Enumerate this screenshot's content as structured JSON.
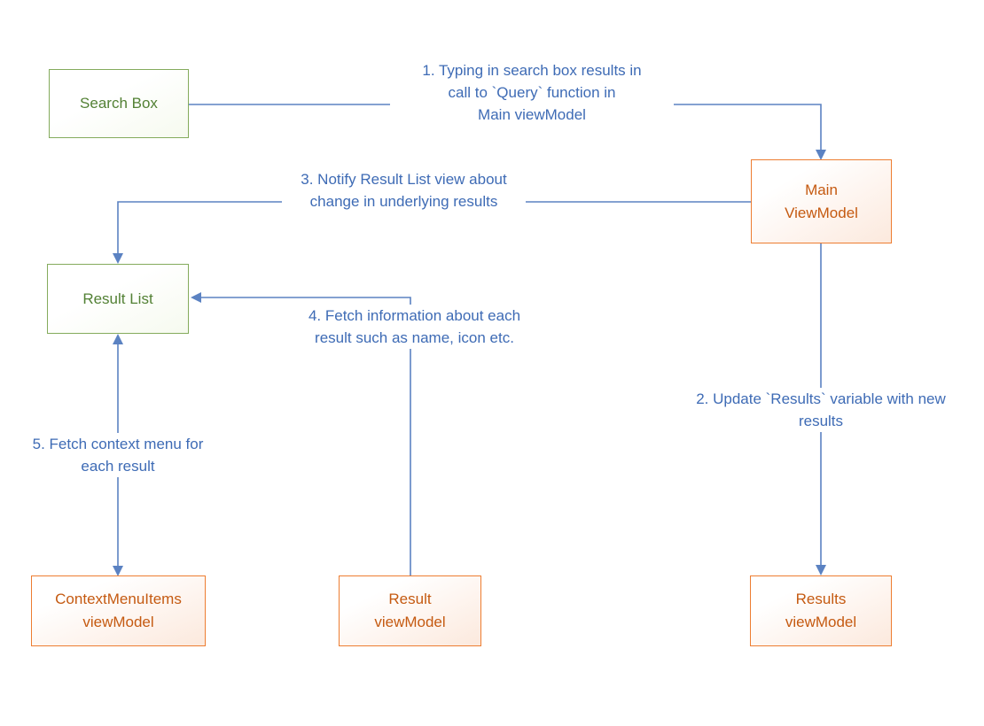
{
  "diagram": {
    "boxes": {
      "search_box": {
        "label": "Search Box"
      },
      "main_viewmodel": {
        "label": "Main\nViewModel"
      },
      "result_list": {
        "label": "Result List"
      },
      "contextmenuitems_viewmodel": {
        "label": "ContextMenuItems\nviewModel"
      },
      "result_viewmodel": {
        "label": "Result\nviewModel"
      },
      "results_viewmodel": {
        "label": "Results\nviewModel"
      }
    },
    "labels": {
      "step1": "1. Typing in search box results in\ncall to `Query` function in\nMain viewModel",
      "step2": "2. Update `Results` variable with new\nresults",
      "step3": "3. Notify Result List view about\nchange in underlying results",
      "step4": "4. Fetch information about each\nresult such as name, icon etc.",
      "step5": "5. Fetch context menu for\neach result"
    },
    "colors": {
      "arrow_blue": "#5b82c2",
      "label_text_blue": "#3e6bb5",
      "green_border": "#84ab5c",
      "green_text": "#538135",
      "orange_border": "#ed7d31",
      "orange_text": "#c55a11",
      "background": "#ffffff"
    }
  }
}
